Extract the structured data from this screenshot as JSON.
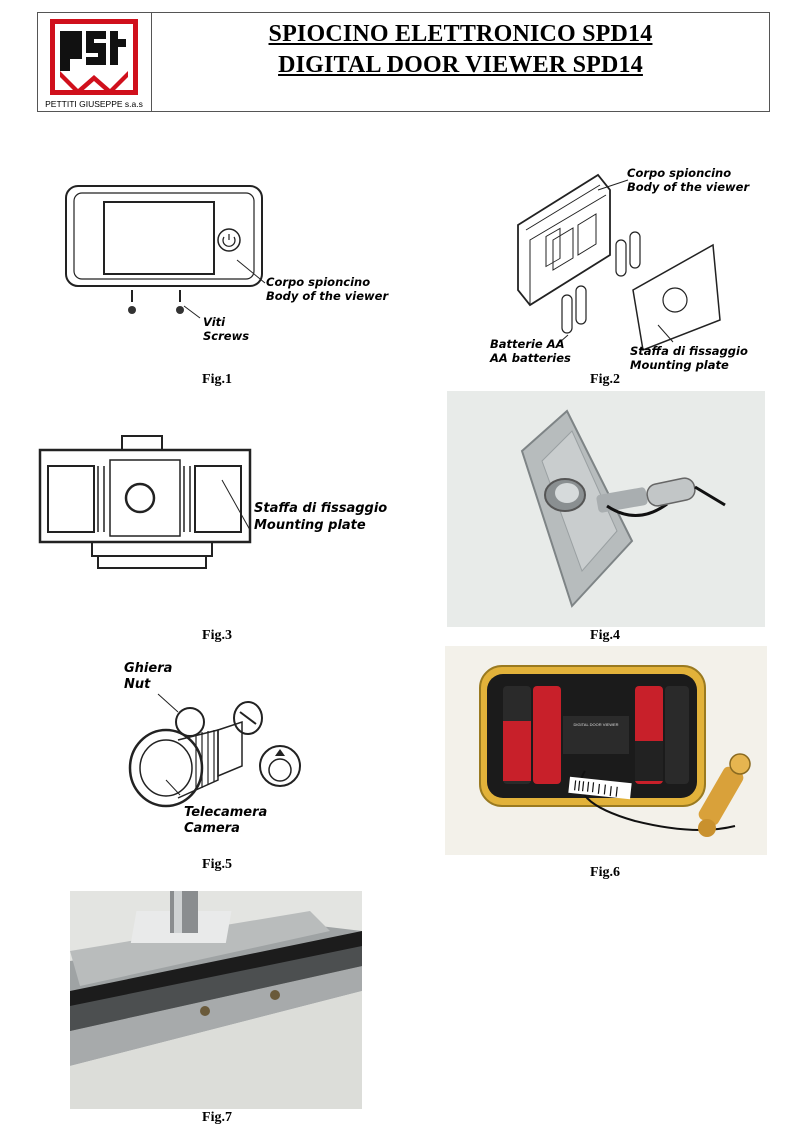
{
  "header": {
    "logo_text": "PST",
    "company": "PETTITI GIUSEPPE s.a.s",
    "title_it": "SPIOCINO ELETTRONICO SPD14",
    "title_en": "DIGITAL DOOR VIEWER SPD14"
  },
  "figures": {
    "fig1": {
      "caption": "Fig.1",
      "body_it": "Corpo spioncino",
      "body_en": "Body of the viewer",
      "screws_it": "Viti",
      "screws_en": "Screws"
    },
    "fig2": {
      "caption": "Fig.2",
      "body_it": "Corpo spioncino",
      "body_en": "Body of the viewer",
      "batt_it": "Batterie AA",
      "batt_en": "AA batteries",
      "plate_it": "Staffa di fissaggio",
      "plate_en": "Mounting plate"
    },
    "fig3": {
      "caption": "Fig.3",
      "plate_it": "Staffa di fissaggio",
      "plate_en": "Mounting plate"
    },
    "fig4": {
      "caption": "Fig.4"
    },
    "fig5": {
      "caption": "Fig.5",
      "nut_it": "Ghiera",
      "nut_en": "Nut",
      "cam_it": "Telecamera",
      "cam_en": "Camera"
    },
    "fig6": {
      "caption": "Fig.6",
      "label_line1": "DIGITAL DOOR VIEWER"
    },
    "fig7": {
      "caption": "Fig.7"
    }
  }
}
